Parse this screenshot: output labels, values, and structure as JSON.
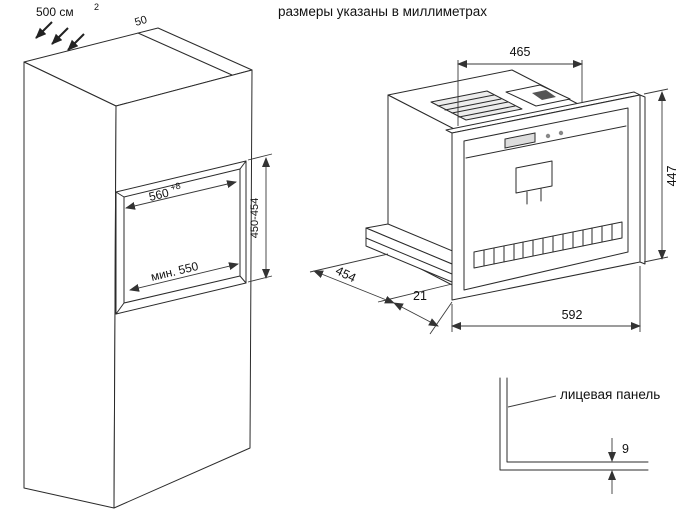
{
  "title": "размеры указаны в миллиметрах",
  "cabinet": {
    "vent_area": "500 см",
    "vent_area_sup": "2",
    "top_gap": "50",
    "niche_width": "560",
    "niche_width_sup": "+8",
    "niche_height": "450-454",
    "niche_depth": "мин. 550"
  },
  "machine": {
    "top_width": "465",
    "height": "447",
    "depth": "454",
    "gap": "21",
    "front_width": "592"
  },
  "panel": {
    "label": "лицевая панель",
    "thickness": "9"
  },
  "colors": {
    "line": "#2b2b2b",
    "text": "#111111",
    "background": "#ffffff"
  }
}
